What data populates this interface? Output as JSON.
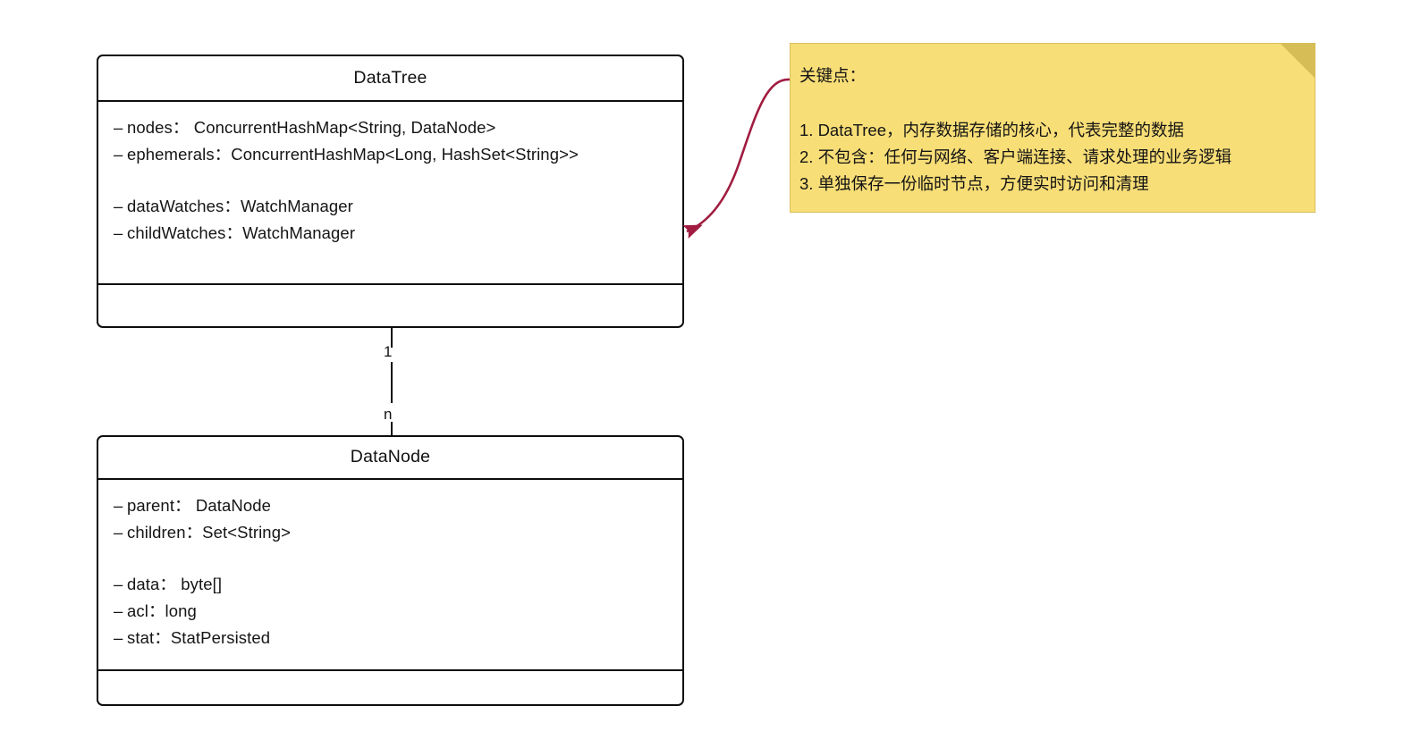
{
  "diagram": {
    "classes": [
      {
        "name": "DataTree",
        "attributes": [
          {
            "visibility": "–",
            "text": "nodes：  ConcurrentHashMap<String, DataNode>"
          },
          {
            "visibility": "–",
            "text": "ephemerals：ConcurrentHashMap<Long, HashSet<String>>"
          },
          {
            "visibility": "",
            "text": ""
          },
          {
            "visibility": "–",
            "text": "dataWatches：WatchManager"
          },
          {
            "visibility": "–",
            "text": "childWatches：WatchManager"
          }
        ]
      },
      {
        "name": "DataNode",
        "attributes": [
          {
            "visibility": "–",
            "text": "parent：  DataNode"
          },
          {
            "visibility": "–",
            "text": "children：Set<String>"
          },
          {
            "visibility": "",
            "text": ""
          },
          {
            "visibility": "–",
            "text": "data：  byte[]"
          },
          {
            "visibility": "–",
            "text": "acl：long"
          },
          {
            "visibility": "–",
            "text": "stat：StatPersisted"
          }
        ]
      }
    ],
    "association": {
      "source_multiplicity": "1",
      "target_multiplicity": "n"
    },
    "note": {
      "heading": "关键点：",
      "items": [
        "1. DataTree，内存数据存储的核心，代表完整的数据",
        "2. 不包含：任何与网络、客户端连接、请求处理的业务逻辑",
        "3. 单独保存一份临时节点，方便实时访问和清理"
      ],
      "background_color": "#f8de77",
      "fold_color": "#d7bd55"
    },
    "callout_arrow": {
      "color": "#a01c40"
    },
    "line_color": "#0d0d0d",
    "background_color": "#ffffff"
  }
}
